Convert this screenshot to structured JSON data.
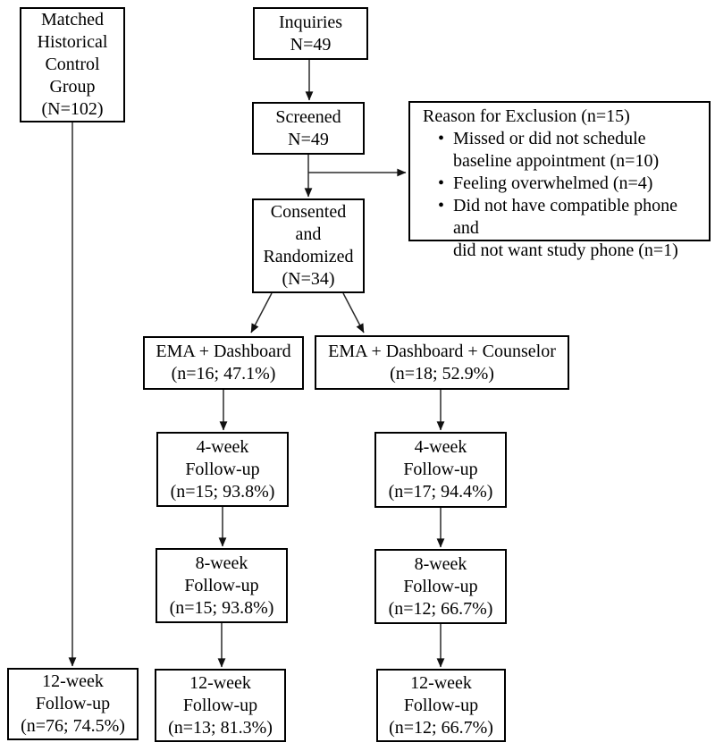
{
  "diagram": {
    "kind": "participant-flow-chart",
    "boxes": {
      "matched_control": "Matched\nHistorical\nControl\nGroup\n(N=102)",
      "inquiries": "Inquiries\nN=49",
      "screened": "Screened\nN=49",
      "consented": "Consented\nand\nRandomized\n(N=34)",
      "arm1": "EMA + Dashboard\n(n=16; 47.1%)",
      "arm2": "EMA + Dashboard + Counselor\n(n=18; 52.9%)",
      "arm1_week4": "4-week\nFollow-up\n(n=15; 93.8%)",
      "arm1_week8": "8-week\nFollow-up\n(n=15; 93.8%)",
      "arm1_week12": "12-week\nFollow-up\n(n=13; 81.3%)",
      "arm2_week4": "4-week\nFollow-up\n(n=17; 94.4%)",
      "arm2_week8": "8-week\nFollow-up\n(n=12; 66.7%)",
      "arm2_week12": "12-week\nFollow-up\n(n=12; 66.7%)",
      "control_week12": "12-week\nFollow-up\n(n=76; 74.5%)"
    },
    "exclusion": {
      "title": "Reason for Exclusion (n=15)",
      "reasons": [
        "Missed or did not schedule\nbaseline appointment (n=10)",
        "Feeling overwhelmed (n=4)",
        "Did not have compatible phone and\ndid not want study phone (n=1)"
      ]
    },
    "colors": {
      "border": "#000000",
      "line": "#2b2b2b",
      "background": "#ffffff",
      "text": "#000000"
    }
  }
}
